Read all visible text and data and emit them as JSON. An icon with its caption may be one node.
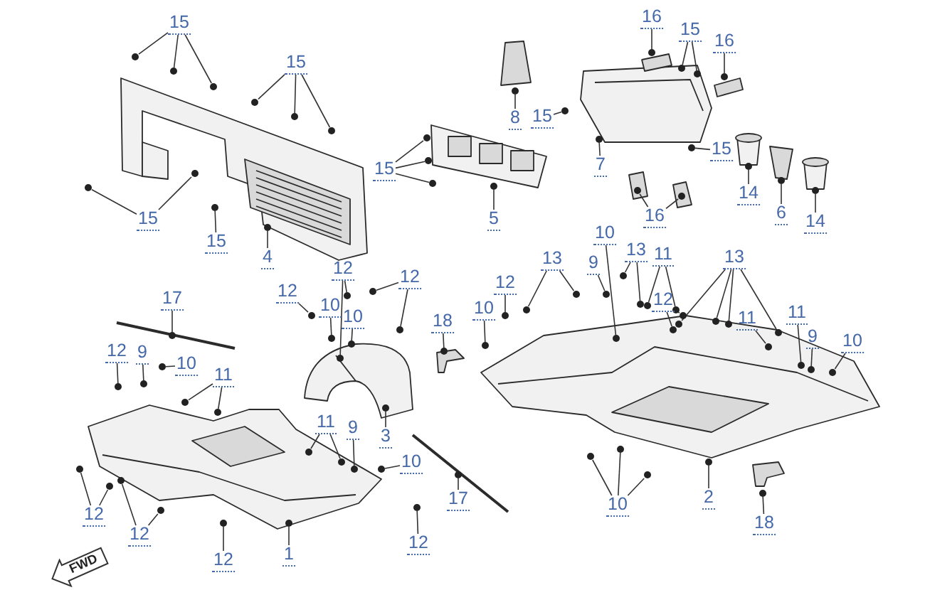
{
  "diagram": {
    "nodes": [
      {
        "text": [
          "15"
        ]
      },
      {
        "text": [
          "15"
        ]
      },
      {
        "text": [
          "16"
        ]
      },
      {
        "text": [
          "15"
        ]
      },
      {
        "text": [
          "16"
        ]
      },
      {
        "text": [
          "8"
        ]
      },
      {
        "text": [
          "15"
        ]
      },
      {
        "text": [
          "15"
        ]
      },
      {
        "text": [
          "7"
        ]
      },
      {
        "text": [
          "15"
        ]
      },
      {
        "text": [
          "14"
        ]
      },
      {
        "text": [
          "6"
        ]
      },
      {
        "text": [
          "16"
        ]
      },
      {
        "text": [
          "5"
        ]
      },
      {
        "text": [
          "15"
        ]
      },
      {
        "text": [
          "14"
        ]
      },
      {
        "text": [
          "15"
        ]
      },
      {
        "text": [
          "4"
        ]
      },
      {
        "text": [
          "10"
        ]
      },
      {
        "text": [
          "12"
        ]
      },
      {
        "text": [
          "13"
        ]
      },
      {
        "text": [
          "9"
        ]
      },
      {
        "text": [
          "13"
        ]
      },
      {
        "text": [
          "11"
        ]
      },
      {
        "text": [
          "12"
        ]
      },
      {
        "text": [
          "13"
        ]
      },
      {
        "text": [
          "12"
        ]
      },
      {
        "text": [
          "12"
        ]
      },
      {
        "text": [
          "12"
        ]
      },
      {
        "text": [
          "17"
        ]
      },
      {
        "text": [
          "10"
        ]
      },
      {
        "text": [
          "10"
        ]
      },
      {
        "text": [
          "11"
        ]
      },
      {
        "text": [
          "10"
        ]
      },
      {
        "text": [
          "11"
        ]
      },
      {
        "text": [
          "18"
        ]
      },
      {
        "text": [
          "9"
        ]
      },
      {
        "text": [
          "10"
        ]
      },
      {
        "text": [
          "12"
        ]
      },
      {
        "text": [
          "9"
        ]
      },
      {
        "text": [
          "10"
        ]
      },
      {
        "text": [
          "11"
        ]
      },
      {
        "text": [
          "11"
        ]
      },
      {
        "text": [
          "9"
        ]
      },
      {
        "text": [
          "3"
        ]
      },
      {
        "text": [
          "10"
        ]
      },
      {
        "text": [
          "2"
        ]
      },
      {
        "text": [
          "17"
        ]
      },
      {
        "text": [
          "10"
        ]
      },
      {
        "text": [
          "12"
        ]
      },
      {
        "text": [
          "18"
        ]
      },
      {
        "text": [
          "12"
        ]
      },
      {
        "text": [
          "12"
        ]
      },
      {
        "text": [
          "1"
        ]
      },
      {
        "text": [
          "12"
        ]
      },
      {
        "text": [],
        "shape": "circle"
      },
      {
        "text": [],
        "shape": "circle"
      },
      {
        "text": [],
        "shape": "circle"
      },
      {
        "text": [],
        "shape": "circle"
      },
      {
        "text": [],
        "shape": "circle"
      },
      {
        "text": [],
        "shape": "circle"
      },
      {
        "text": [],
        "shape": "circle"
      },
      {
        "text": [],
        "shape": "circle"
      },
      {
        "text": [],
        "shape": "circle"
      },
      {
        "text": [],
        "shape": "circle"
      },
      {
        "text": [],
        "shape": "circle"
      },
      {
        "text": [],
        "shape": "circle"
      },
      {
        "text": [],
        "shape": "circle"
      },
      {
        "text": [],
        "shape": "circle"
      },
      {
        "text": [],
        "shape": "circle"
      },
      {
        "text": [],
        "shape": "circle"
      },
      {
        "text": [],
        "shape": "circle"
      },
      {
        "text": [],
        "shape": "circle"
      },
      {
        "text": [],
        "shape": "circle"
      },
      {
        "text": [],
        "shape": "circle"
      },
      {
        "text": [],
        "shape": "circle"
      },
      {
        "text": [],
        "shape": "circle"
      },
      {
        "text": [],
        "shape": "circle"
      },
      {
        "text": [],
        "shape": "circle"
      },
      {
        "text": [],
        "shape": "circle"
      },
      {
        "text": [],
        "shape": "circle"
      },
      {
        "text": [],
        "shape": "circle"
      },
      {
        "text": [],
        "shape": "circle"
      },
      {
        "text": [],
        "shape": "circle"
      },
      {
        "text": [],
        "shape": "circle"
      },
      {
        "text": [],
        "shape": "circle"
      },
      {
        "text": [],
        "shape": "circle"
      },
      {
        "text": [],
        "shape": "circle"
      },
      {
        "text": [],
        "shape": "circle"
      },
      {
        "text": [],
        "shape": "circle"
      },
      {
        "text": [],
        "shape": "circle"
      },
      {
        "text": [],
        "shape": "circle"
      },
      {
        "text": [],
        "shape": "circle"
      },
      {
        "text": [],
        "shape": "circle"
      },
      {
        "text": [],
        "shape": "circle"
      },
      {
        "text": [],
        "shape": "circle"
      },
      {
        "text": [],
        "shape": "circle"
      },
      {
        "text": [],
        "shape": "circle"
      },
      {
        "text": [],
        "shape": "circle"
      },
      {
        "text": [],
        "shape": "circle"
      },
      {
        "text": [],
        "shape": "circle"
      },
      {
        "text": [],
        "shape": "circle"
      },
      {
        "text": [],
        "shape": "circle"
      },
      {
        "text": [],
        "shape": "circle"
      },
      {
        "text": [],
        "shape": "circle"
      },
      {
        "text": [],
        "shape": "circle"
      },
      {
        "text": [],
        "shape": "circle"
      },
      {
        "text": [],
        "shape": "circle"
      },
      {
        "text": [],
        "shape": "circle"
      },
      {
        "text": [],
        "shape": "circle"
      },
      {
        "text": [],
        "shape": "circle"
      },
      {
        "text": [],
        "shape": "circle"
      },
      {
        "text": [],
        "shape": "circle"
      },
      {
        "text": [],
        "shape": "circle"
      },
      {
        "text": [],
        "shape": "circle"
      },
      {
        "text": [],
        "shape": "circle"
      },
      {
        "text": [],
        "shape": "circle"
      },
      {
        "text": [],
        "shape": "circle"
      },
      {
        "text": [],
        "shape": "circle"
      },
      {
        "text": [],
        "shape": "circle"
      },
      {
        "text": [],
        "shape": "circle"
      },
      {
        "text": [],
        "shape": "circle"
      },
      {
        "text": [],
        "shape": "circle"
      },
      {
        "text": [],
        "shape": "circle"
      },
      {
        "text": [],
        "shape": "circle"
      },
      {
        "text": [],
        "shape": "circle"
      },
      {
        "text": [],
        "shape": "circle"
      },
      {
        "text": [],
        "shape": "circle"
      },
      {
        "text": [],
        "shape": "circle"
      },
      {
        "text": [],
        "shape": "circle"
      },
      {
        "text": [],
        "shape": "circle"
      },
      {
        "text": [],
        "shape": "circle"
      },
      {
        "text": [],
        "shape": "circle"
      },
      {
        "text": [],
        "shape": "circle"
      }
    ],
    "edges": [
      {
        "from": 0,
        "to": 55,
        "arrow": "none"
      },
      {
        "from": 0,
        "to": 56,
        "arrow": "none"
      },
      {
        "from": 0,
        "to": 57,
        "arrow": "none"
      },
      {
        "from": 1,
        "to": 58,
        "arrow": "none"
      },
      {
        "from": 1,
        "to": 59,
        "arrow": "none"
      },
      {
        "from": 1,
        "to": 60,
        "arrow": "none"
      },
      {
        "from": 2,
        "to": 61,
        "arrow": "none"
      },
      {
        "from": 3,
        "to": 62,
        "arrow": "none"
      },
      {
        "from": 3,
        "to": 63,
        "arrow": "none"
      },
      {
        "from": 4,
        "to": 64,
        "arrow": "none"
      },
      {
        "from": 5,
        "to": 65,
        "arrow": "none"
      },
      {
        "from": 6,
        "to": 66,
        "arrow": "none"
      },
      {
        "from": 7,
        "to": 67,
        "arrow": "none"
      },
      {
        "from": 7,
        "to": 68,
        "arrow": "none"
      },
      {
        "from": 7,
        "to": 69,
        "arrow": "none"
      },
      {
        "from": 8,
        "to": 70,
        "arrow": "none"
      },
      {
        "from": 9,
        "to": 71,
        "arrow": "none"
      },
      {
        "from": 10,
        "to": 72,
        "arrow": "none"
      },
      {
        "from": 11,
        "to": 73,
        "arrow": "none"
      },
      {
        "from": 12,
        "to": 74,
        "arrow": "none"
      },
      {
        "from": 12,
        "to": 75,
        "arrow": "none"
      },
      {
        "from": 13,
        "to": 76,
        "arrow": "none"
      },
      {
        "from": 14,
        "to": 77,
        "arrow": "none"
      },
      {
        "from": 14,
        "to": 78,
        "arrow": "none"
      },
      {
        "from": 15,
        "to": 79,
        "arrow": "none"
      },
      {
        "from": 16,
        "to": 80,
        "arrow": "none"
      },
      {
        "from": 17,
        "to": 81,
        "arrow": "none"
      },
      {
        "from": 18,
        "to": 82,
        "arrow": "none"
      },
      {
        "from": 19,
        "to": 83,
        "arrow": "none"
      },
      {
        "from": 19,
        "to": 84,
        "arrow": "none"
      },
      {
        "from": 20,
        "to": 85,
        "arrow": "none"
      },
      {
        "from": 20,
        "to": 86,
        "arrow": "none"
      },
      {
        "from": 21,
        "to": 87,
        "arrow": "none"
      },
      {
        "from": 22,
        "to": 88,
        "arrow": "none"
      },
      {
        "from": 22,
        "to": 89,
        "arrow": "none"
      },
      {
        "from": 23,
        "to": 90,
        "arrow": "none"
      },
      {
        "from": 23,
        "to": 91,
        "arrow": "none"
      },
      {
        "from": 24,
        "to": 92,
        "arrow": "none"
      },
      {
        "from": 24,
        "to": 93,
        "arrow": "none"
      },
      {
        "from": 25,
        "to": 94,
        "arrow": "none"
      },
      {
        "from": 25,
        "to": 95,
        "arrow": "none"
      },
      {
        "from": 25,
        "to": 96,
        "arrow": "none"
      },
      {
        "from": 25,
        "to": 97,
        "arrow": "none"
      },
      {
        "from": 26,
        "to": 98,
        "arrow": "none"
      },
      {
        "from": 27,
        "to": 99,
        "arrow": "none"
      },
      {
        "from": 28,
        "to": 100,
        "arrow": "none"
      },
      {
        "from": 28,
        "to": 101,
        "arrow": "none"
      },
      {
        "from": 29,
        "to": 102,
        "arrow": "none"
      },
      {
        "from": 30,
        "to": 103,
        "arrow": "none"
      },
      {
        "from": 31,
        "to": 104,
        "arrow": "none"
      },
      {
        "from": 32,
        "to": 105,
        "arrow": "none"
      },
      {
        "from": 33,
        "to": 106,
        "arrow": "none"
      },
      {
        "from": 34,
        "to": 107,
        "arrow": "none"
      },
      {
        "from": 35,
        "to": 108,
        "arrow": "none"
      },
      {
        "from": 36,
        "to": 109,
        "arrow": "none"
      },
      {
        "from": 37,
        "to": 110,
        "arrow": "none"
      },
      {
        "from": 38,
        "to": 111,
        "arrow": "none"
      },
      {
        "from": 39,
        "to": 112,
        "arrow": "none"
      },
      {
        "from": 40,
        "to": 113,
        "arrow": "none"
      },
      {
        "from": 41,
        "to": 114,
        "arrow": "none"
      },
      {
        "from": 41,
        "to": 115,
        "arrow": "none"
      },
      {
        "from": 42,
        "to": 116,
        "arrow": "none"
      },
      {
        "from": 42,
        "to": 117,
        "arrow": "none"
      },
      {
        "from": 43,
        "to": 118,
        "arrow": "none"
      },
      {
        "from": 44,
        "to": 119,
        "arrow": "none"
      },
      {
        "from": 45,
        "to": 120,
        "arrow": "none"
      },
      {
        "from": 46,
        "to": 121,
        "arrow": "none"
      },
      {
        "from": 47,
        "to": 122,
        "arrow": "none"
      },
      {
        "from": 48,
        "to": 123,
        "arrow": "none"
      },
      {
        "from": 48,
        "to": 124,
        "arrow": "none"
      },
      {
        "from": 48,
        "to": 125,
        "arrow": "none"
      },
      {
        "from": 49,
        "to": 126,
        "arrow": "none"
      },
      {
        "from": 49,
        "to": 127,
        "arrow": "none"
      },
      {
        "from": 50,
        "to": 128,
        "arrow": "none"
      },
      {
        "from": 51,
        "to": 129,
        "arrow": "none"
      },
      {
        "from": 51,
        "to": 130,
        "arrow": "none"
      },
      {
        "from": 52,
        "to": 131,
        "arrow": "none"
      },
      {
        "from": 53,
        "to": 132,
        "arrow": "none"
      },
      {
        "from": 54,
        "to": 133,
        "arrow": "none"
      }
    ],
    "labels": [
      "FWD"
    ]
  }
}
